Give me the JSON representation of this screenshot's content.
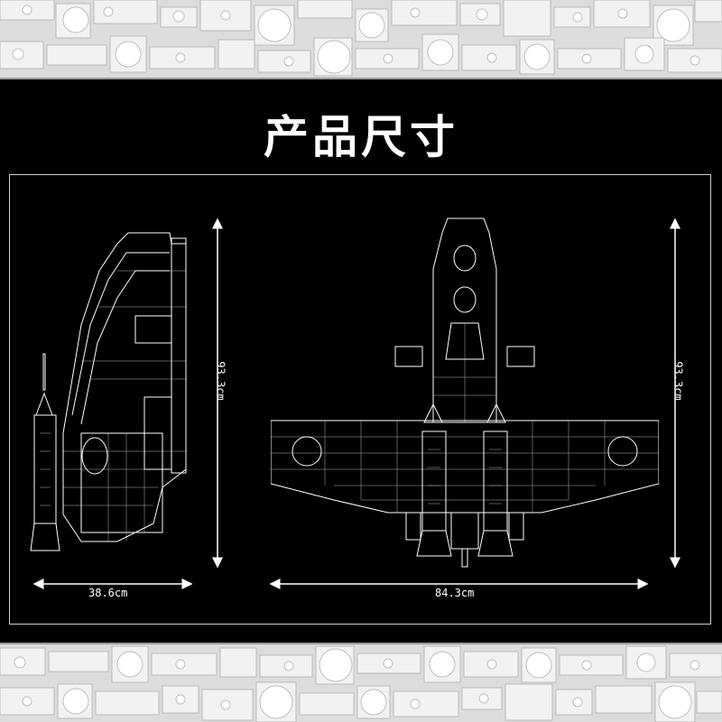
{
  "title": "产品尺寸",
  "side_view": {
    "height_label": "93.3cm",
    "width_label": "38.6cm"
  },
  "top_view": {
    "height_label": "93.3cm",
    "width_label": "84.3cm"
  },
  "colors": {
    "background": "#000000",
    "lines": "#ffffff",
    "band": "#d9d9d9"
  }
}
